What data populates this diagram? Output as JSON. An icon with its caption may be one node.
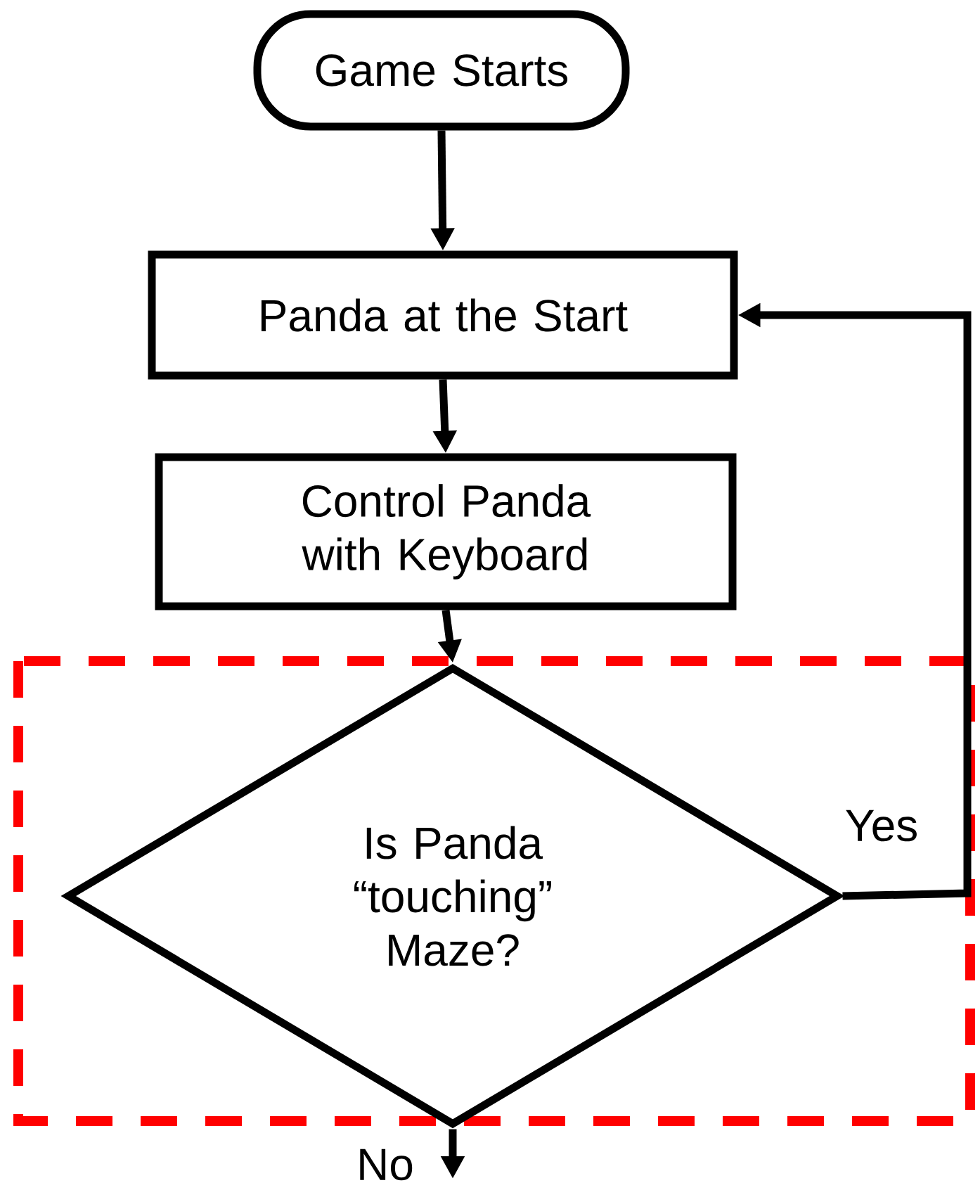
{
  "diagram": {
    "nodes": [
      {
        "text": [
          "Game Starts"
        ]
      },
      {
        "text": [
          "Panda at the Start"
        ]
      },
      {
        "text": [
          "Control Panda with Keyboard"
        ]
      },
      {
        "text": [
          "Is Panda “touching” Maze?"
        ]
      }
    ],
    "edges": [
      {
        "from": 0,
        "to": 1,
        "arrow": "to"
      },
      {
        "from": 1,
        "to": 2,
        "arrow": "to"
      },
      {
        "from": 2,
        "to": 3,
        "arrow": "to"
      },
      {
        "from": 3,
        "to": 1,
        "arrow": "to",
        "label": "Yes"
      },
      {
        "from": 3,
        "to": null,
        "arrow": "to",
        "label": "No"
      }
    ]
  }
}
